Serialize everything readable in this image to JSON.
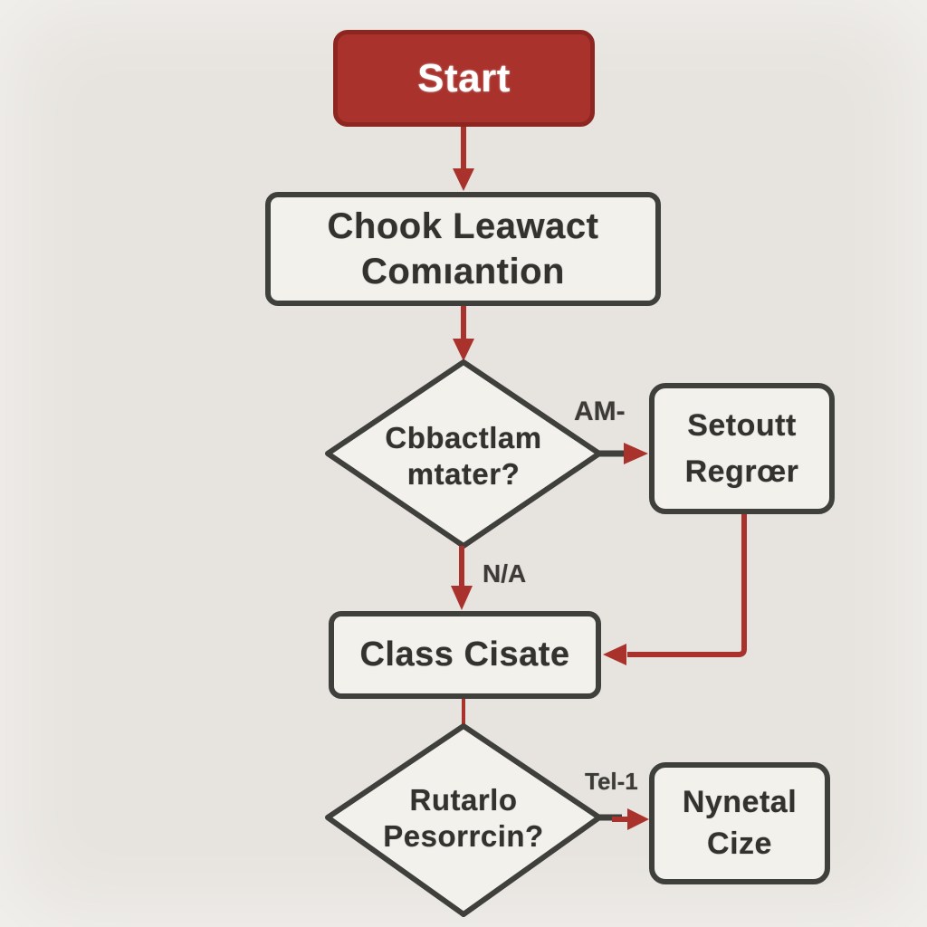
{
  "palette": {
    "background": "#e7e4df",
    "box_fill": "#f3f1ec",
    "box_border": "#3f3f3c",
    "red": "#a9322c",
    "red_dark": "#8d2621",
    "ink": "#33322f",
    "label_ink": "#3c3b38",
    "start_text": "#ffffff"
  },
  "nodes": {
    "start": {
      "label": "Start"
    },
    "process1": {
      "line1": "Chook Leawact",
      "line2": "Comıantion"
    },
    "decision1": {
      "line1": "Cbbactlam",
      "line2": "mtater?"
    },
    "side1": {
      "line1": "Setoutt",
      "line2": "Regrœr"
    },
    "process2": {
      "label": "Class Cisate"
    },
    "decision2": {
      "line1": "Rutarlo",
      "line2": "Pesorrcin?"
    },
    "side2": {
      "line1": "Nynetal",
      "line2": "Cize"
    }
  },
  "edge_labels": {
    "decision1_to_side1": "AM-",
    "decision1_to_process2": "N/A",
    "decision2_to_side2": "Tel-1"
  }
}
